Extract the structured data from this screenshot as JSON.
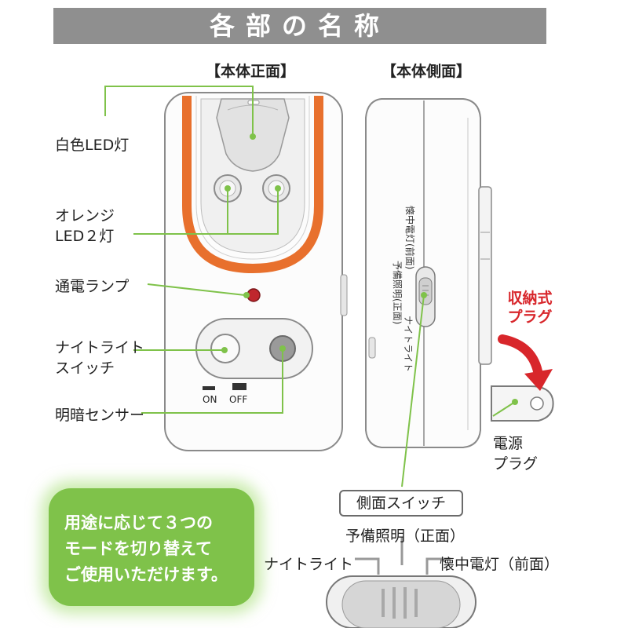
{
  "title": "各部の名称",
  "sections": {
    "front": "【本体正面】",
    "side": "【本体側面】"
  },
  "front_labels": {
    "white_led": "白色LED灯",
    "orange_led_line1": "オレンジ",
    "orange_led_line2": "LED２灯",
    "power_lamp": "通電ランプ",
    "night_switch_line1": "ナイトライト",
    "night_switch_line2": "スイッチ",
    "light_sensor": "明暗センサー",
    "on": "ON",
    "off": "OFF"
  },
  "side_labels": {
    "device_mode_top": "懐中電灯(前面)",
    "device_mode_mid": "予備照明(正面)",
    "device_mode_bottom": "ナイトライト",
    "plug_callout_line1": "収納式",
    "plug_callout_line2": "プラグ",
    "plug_line1": "電源",
    "plug_line2": "プラグ"
  },
  "side_switch": {
    "title": "側面スイッチ",
    "mode_center": "予備照明（正面）",
    "mode_left": "ナイトライト",
    "mode_right": "懐中電灯（前面）"
  },
  "mode_note": {
    "line1": "用途に応じて３つの",
    "line2": "モードを切り替えて",
    "line3": "ご使用いただけます。"
  },
  "colors": {
    "accent_green": "#7fc24a",
    "orange_ring": "#e8702d",
    "callout_red": "#d8262b",
    "title_bar": "#8f8f8f"
  }
}
